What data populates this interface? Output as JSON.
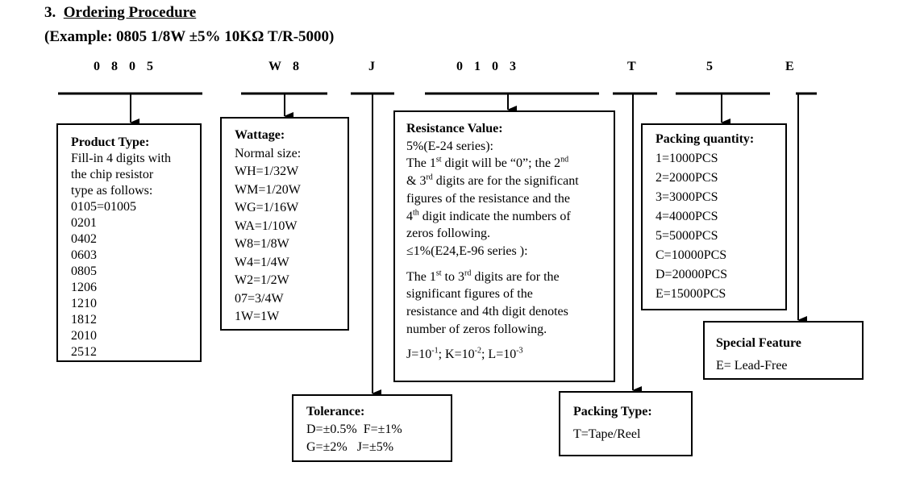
{
  "section": {
    "number": "3.",
    "title": "Ordering Procedure"
  },
  "example": "(Example: 0805 1/8W ±5% 10KΩ T/R-5000)",
  "code_segments": [
    "0805",
    "W8",
    "J",
    "0103",
    "T",
    "5",
    "E"
  ],
  "product_type": {
    "title": "Product Type:",
    "lines": [
      "Fill-in 4 digits with",
      "the chip resistor",
      "type as follows:",
      "0105=01005",
      "0201",
      "0402",
      "0603",
      "0805",
      "1206",
      "1210",
      "1812",
      "2010",
      "2512"
    ]
  },
  "wattage": {
    "title": "Wattage:",
    "subtitle": "Normal size:",
    "lines": [
      "WH=1/32W",
      "WM=1/20W",
      "WG=1/16W",
      "WA=1/10W",
      "W8=1/8W",
      "W4=1/4W",
      "W2=1/2W",
      "07=3/4W",
      "1W=1W"
    ]
  },
  "resistance": {
    "title": "Resistance Value:",
    "series5": "5%(E-24 series):",
    "p1_a": "The 1",
    "p1_sup1": "st",
    "p1_b": " digit will be “0”; the 2",
    "p1_sup2": "nd",
    "p2_a": "& 3",
    "p2_sup": "rd",
    "p2_b": " digits are for the significant",
    "p3": "figures of the resistance and the",
    "p4_a": "4",
    "p4_sup": "th",
    "p4_b": " digit indicate the numbers of",
    "p5": "zeros following.",
    "series1": "≤1%(E24,E-96 series ):",
    "q1_a": "The 1",
    "q1_sup1": "st",
    "q1_b": " to 3",
    "q1_sup2": "rd",
    "q1_c": " digits are for the",
    "q2": "significant figures of the",
    "q3": "resistance and 4th digit denotes",
    "q4": "number of zeros following.",
    "mult_j": "J=10",
    "mult_j_exp": "-1",
    "mult_k": "; K=10",
    "mult_k_exp": "-2",
    "mult_l": "; L=10",
    "mult_l_exp": "-3"
  },
  "packing_quantity": {
    "title": "Packing quantity:",
    "lines": [
      "1=1000PCS",
      "2=2000PCS",
      "3=3000PCS",
      "4=4000PCS",
      "5=5000PCS",
      "C=10000PCS",
      "D=20000PCS",
      "E=15000PCS"
    ]
  },
  "special_feature": {
    "title": "Special Feature",
    "lines": [
      "E= Lead-Free"
    ]
  },
  "tolerance": {
    "title": "Tolerance:",
    "lines": [
      "D=±0.5%  F=±1%",
      "G=±2%   J=±5%"
    ]
  },
  "packing_type": {
    "title": "Packing Type:",
    "lines": [
      "T=Tape/Reel"
    ]
  }
}
